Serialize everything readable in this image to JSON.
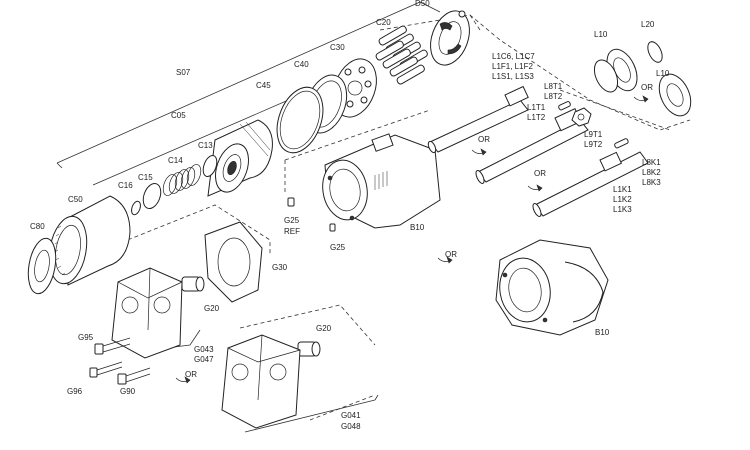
{
  "labels": {
    "D50": "D50",
    "C20": "C20",
    "C30": "C30",
    "C40": "C40",
    "C45": "C45",
    "S07": "S07",
    "C05": "C05",
    "C13": "C13",
    "C14": "C14",
    "C15": "C15",
    "C16": "C16",
    "C50": "C50",
    "C80": "C80",
    "G25_REF_1": "G25",
    "G25_REF_2": "REF",
    "G25": "G25",
    "B10_top": "B10",
    "B10_bottom": "B10",
    "G30": "G30",
    "G20_top": "G20",
    "G20_bottom": "G20",
    "G95": "G95",
    "G96": "G96",
    "G90": "G90",
    "G043": "G043",
    "G047": "G047",
    "G041": "G041",
    "G048": "G048",
    "L10_top": "L10",
    "L20": "L20",
    "L10_right": "L10",
    "L1C6": "L1C6, L1C7",
    "L1F1": "L1F1, L1F2",
    "L1S1": "L1S1, L1S3",
    "L8T1": "L8T1",
    "L8T2": "L8T2",
    "L1T1": "L1T1",
    "L1T2": "L1T2",
    "L9T1": "L9T1",
    "L9T2": "L9T2",
    "L8K1": "L8K1",
    "L8K2": "L8K2",
    "L8K3": "L8K3",
    "L1K1": "L1K1",
    "L1K2": "L1K2",
    "L1K3": "L1K3",
    "OR_1": "OR",
    "OR_2": "OR",
    "OR_3": "OR",
    "OR_4": "OR",
    "OR_5": "OR"
  }
}
